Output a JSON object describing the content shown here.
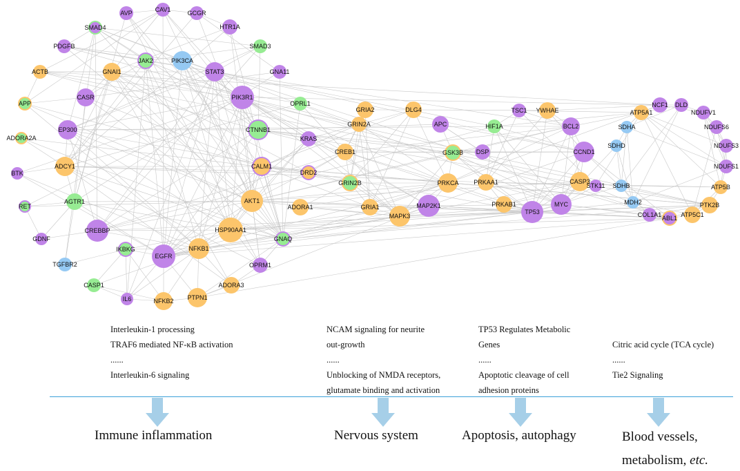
{
  "colors": {
    "purple": "#c084e8",
    "orange": "#fcc56b",
    "green": "#97ec93",
    "blue": "#95c9f3",
    "edge": "#c8c8c8",
    "divider": "#3aa0d8",
    "arrow": "#a6cfe8"
  },
  "nodes": [
    {
      "label": "SMAD4",
      "color": "purple",
      "ring": "green"
    },
    {
      "label": "AVP",
      "color": "purple"
    },
    {
      "label": "CAV1",
      "color": "purple"
    },
    {
      "label": "GCGR",
      "color": "purple"
    },
    {
      "label": "HTR1A",
      "color": "purple"
    },
    {
      "label": "PDGFB",
      "color": "purple"
    },
    {
      "label": "SMAD3",
      "color": "green"
    },
    {
      "label": "JAK2",
      "color": "green",
      "ring": "purple"
    },
    {
      "label": "PIK3CA",
      "color": "blue"
    },
    {
      "label": "STAT3",
      "color": "purple"
    },
    {
      "label": "GNA11",
      "color": "purple"
    },
    {
      "label": "ACTB",
      "color": "orange"
    },
    {
      "label": "GNAI1",
      "color": "orange"
    },
    {
      "label": "PIK3R1",
      "color": "purple"
    },
    {
      "label": "CASR",
      "color": "purple"
    },
    {
      "label": "OPRL1",
      "color": "green"
    },
    {
      "label": "APP",
      "color": "green",
      "ring": "orange"
    },
    {
      "label": "EP300",
      "color": "purple"
    },
    {
      "label": "CTNNB1",
      "color": "green",
      "ring": "purple"
    },
    {
      "label": "ADORA2A",
      "color": "green",
      "ring": "orange"
    },
    {
      "label": "KRAS",
      "color": "purple"
    },
    {
      "label": "ADCY1",
      "color": "orange"
    },
    {
      "label": "CALM1",
      "color": "orange",
      "ring": "purple"
    },
    {
      "label": "DRD2",
      "color": "orange",
      "ring": "purple"
    },
    {
      "label": "BTK",
      "color": "purple"
    },
    {
      "label": "RET",
      "color": "green",
      "ring": "purple"
    },
    {
      "label": "AGTR1",
      "color": "green"
    },
    {
      "label": "AKT1",
      "color": "orange"
    },
    {
      "label": "GDNF",
      "color": "purple"
    },
    {
      "label": "CREBBP",
      "color": "purple"
    },
    {
      "label": "HSP90AA1",
      "color": "orange"
    },
    {
      "label": "GNAQ",
      "color": "green",
      "ring": "purple"
    },
    {
      "label": "IKBKG",
      "color": "green",
      "ring": "purple"
    },
    {
      "label": "NFKB1",
      "color": "orange"
    },
    {
      "label": "EGFR",
      "color": "purple"
    },
    {
      "label": "TGFBR2",
      "color": "blue"
    },
    {
      "label": "OPRM1",
      "color": "purple"
    },
    {
      "label": "CASP1",
      "color": "green"
    },
    {
      "label": "ADORA3",
      "color": "orange"
    },
    {
      "label": "IL6",
      "color": "purple"
    },
    {
      "label": "NFKB2",
      "color": "orange"
    },
    {
      "label": "PTPN1",
      "color": "orange"
    },
    {
      "label": "GRIA2",
      "color": "orange"
    },
    {
      "label": "DLG4",
      "color": "orange"
    },
    {
      "label": "GRIN2A",
      "color": "orange"
    },
    {
      "label": "APC",
      "color": "purple"
    },
    {
      "label": "CREB1",
      "color": "orange"
    },
    {
      "label": "GSK3B",
      "color": "green",
      "ring": "orange"
    },
    {
      "label": "DSP",
      "color": "purple"
    },
    {
      "label": "GRIN2B",
      "color": "green",
      "ring": "orange"
    },
    {
      "label": "PRKCA",
      "color": "orange"
    },
    {
      "label": "ADORA1",
      "color": "orange"
    },
    {
      "label": "GRIA1",
      "color": "orange"
    },
    {
      "label": "MAPK3",
      "color": "orange"
    },
    {
      "label": "MAP2K1",
      "color": "purple"
    },
    {
      "label": "TSC1",
      "color": "purple"
    },
    {
      "label": "YWHAE",
      "color": "orange"
    },
    {
      "label": "HIF1A",
      "color": "green"
    },
    {
      "label": "BCL2",
      "color": "purple"
    },
    {
      "label": "CCND1",
      "color": "purple"
    },
    {
      "label": "PRKAA1",
      "color": "orange"
    },
    {
      "label": "CASP3",
      "color": "orange"
    },
    {
      "label": "PRKAB1",
      "color": "orange"
    },
    {
      "label": "TP53",
      "color": "purple"
    },
    {
      "label": "MYC",
      "color": "purple"
    },
    {
      "label": "STK11",
      "color": "purple"
    },
    {
      "label": "NCF1",
      "color": "purple"
    },
    {
      "label": "DLD",
      "color": "purple"
    },
    {
      "label": "ATP5A1",
      "color": "orange"
    },
    {
      "label": "NDUFV1",
      "color": "purple"
    },
    {
      "label": "SDHA",
      "color": "blue"
    },
    {
      "label": "NDUFS6",
      "color": "purple"
    },
    {
      "label": "SDHD",
      "color": "blue"
    },
    {
      "label": "NDUFS3",
      "color": "purple"
    },
    {
      "label": "NDUFS1",
      "color": "purple"
    },
    {
      "label": "SDHB",
      "color": "blue"
    },
    {
      "label": "ATP5B",
      "color": "orange"
    },
    {
      "label": "MDH2",
      "color": "blue"
    },
    {
      "label": "PTK2B",
      "color": "orange"
    },
    {
      "label": "COL1A1",
      "color": "purple"
    },
    {
      "label": "ABL1",
      "color": "purple",
      "ring": "orange"
    },
    {
      "label": "ATP5C1",
      "color": "orange"
    }
  ],
  "pathways": [
    {
      "lines": [
        "Interleukin-1 processing",
        "TRAF6 mediated NF-κB activation",
        "......",
        "Interleukin-6 signaling"
      ]
    },
    {
      "lines": [
        "NCAM signaling for neurite",
        "out-growth",
        "......",
        "Unblocking of NMDA receptors,",
        "glutamate binding and activation"
      ]
    },
    {
      "lines": [
        "TP53 Regulates Metabolic",
        "Genes",
        "......",
        "Apoptotic cleavage of cell",
        "adhesion proteins"
      ]
    },
    {
      "lines": [
        "Citric acid cycle (TCA cycle)",
        "......",
        "Tie2 Signaling"
      ]
    }
  ],
  "categories": [
    {
      "text": "Immune inflammation"
    },
    {
      "text": "Nervous system"
    },
    {
      "text": "Apoptosis, autophagy"
    },
    {
      "text": "Blood vessels,",
      "text2": "metabolism,",
      "text2_italic": "etc."
    }
  ]
}
